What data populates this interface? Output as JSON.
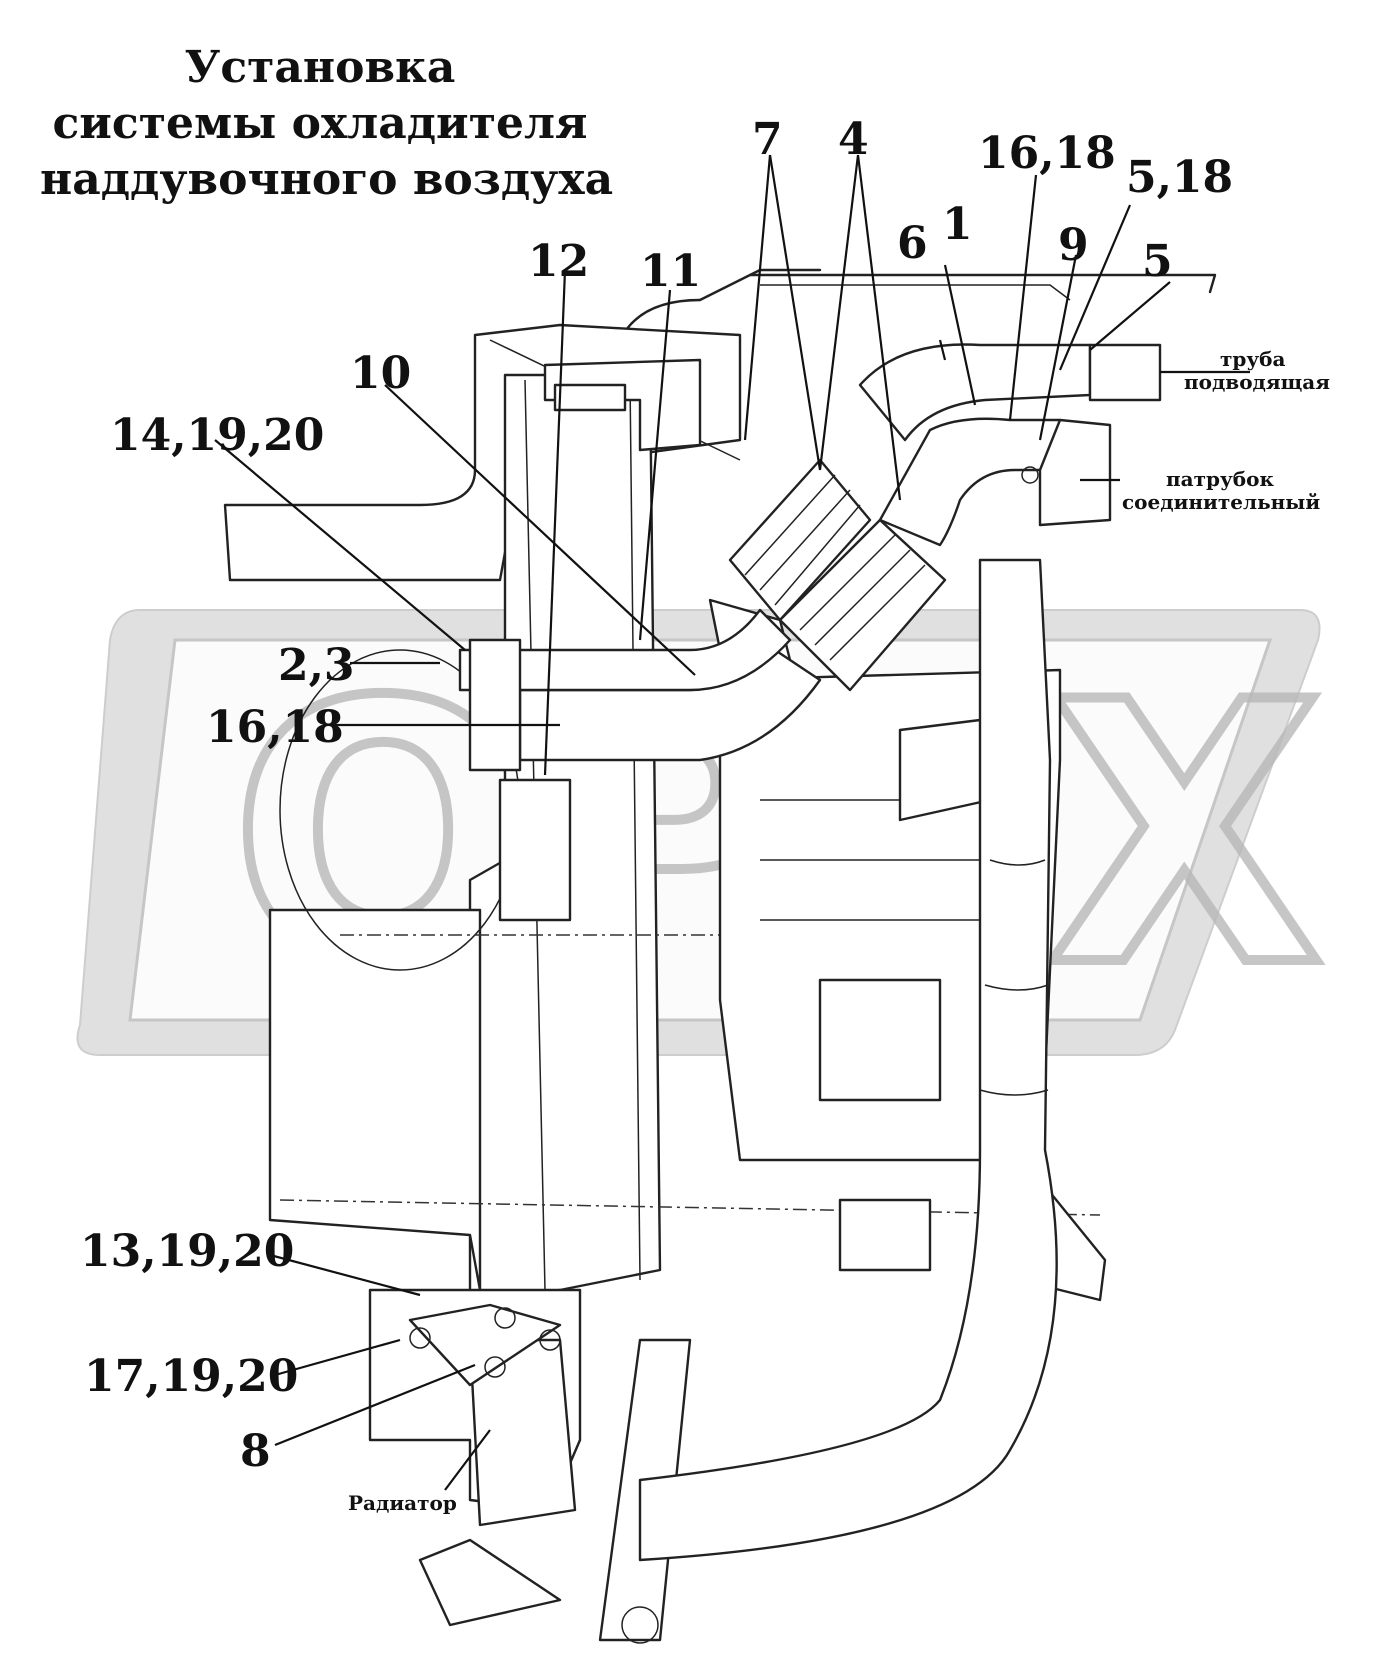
{
  "title": {
    "line1": "Установка",
    "line2": "системы охладителя",
    "line3": "наддувочного воздуха"
  },
  "callouts": {
    "c7": "7",
    "c4": "4",
    "c16_18_top": "16,18",
    "c5_18": "5,18",
    "c6": "6",
    "c1": "1",
    "c9": "9",
    "c5": "5",
    "c12": "12",
    "c11": "11",
    "c10": "10",
    "c14_19_20": "14,19,20",
    "c2_3": "2,3",
    "c16_18_left": "16,18",
    "c13_19_20": "13,19,20",
    "c17_19_20": "17,19,20",
    "c8": "8"
  },
  "notes": {
    "pipe_line1": "труба",
    "pipe_line2": "подводящая",
    "branch_line1": "патрубок",
    "branch_line2": "соединительный",
    "radiator": "Радиатор"
  }
}
